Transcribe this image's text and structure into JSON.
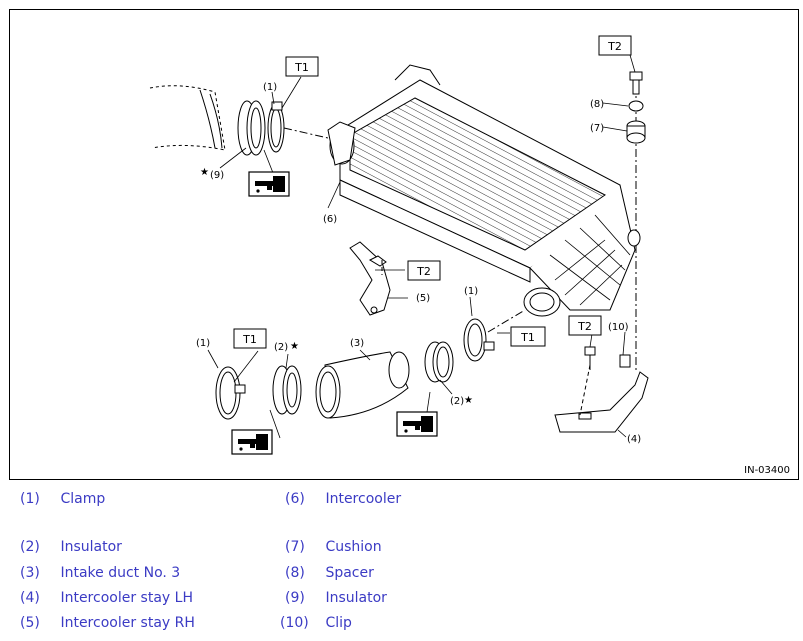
{
  "figure": {
    "id": "IN-03400",
    "torque_tags": {
      "t1": "T1",
      "t2": "T2"
    },
    "callouts": {
      "n1": "(1)",
      "n2": "(2)",
      "n3": "(3)",
      "n4": "(4)",
      "n5": "(5)",
      "n6": "(6)",
      "n7": "(7)",
      "n8": "(8)",
      "n9": "(9)",
      "n10": "(10)"
    },
    "star": "★"
  },
  "legend": [
    {
      "num": "(1)",
      "label": "Clamp"
    },
    {
      "num": "(2)",
      "label": "Insulator"
    },
    {
      "num": "(3)",
      "label": "Intake duct No. 3"
    },
    {
      "num": "(4)",
      "label": "Intercooler stay LH"
    },
    {
      "num": "(5)",
      "label": "Intercooler stay RH"
    },
    {
      "num": "(6)",
      "label": "Intercooler"
    },
    {
      "num": "(7)",
      "label": "Cushion"
    },
    {
      "num": "(8)",
      "label": "Spacer"
    },
    {
      "num": "(9)",
      "label": "Insulator"
    },
    {
      "num": "(10)",
      "label": "Clip"
    }
  ],
  "colors": {
    "legend_text": "#3b3bc4",
    "line": "#000000"
  }
}
